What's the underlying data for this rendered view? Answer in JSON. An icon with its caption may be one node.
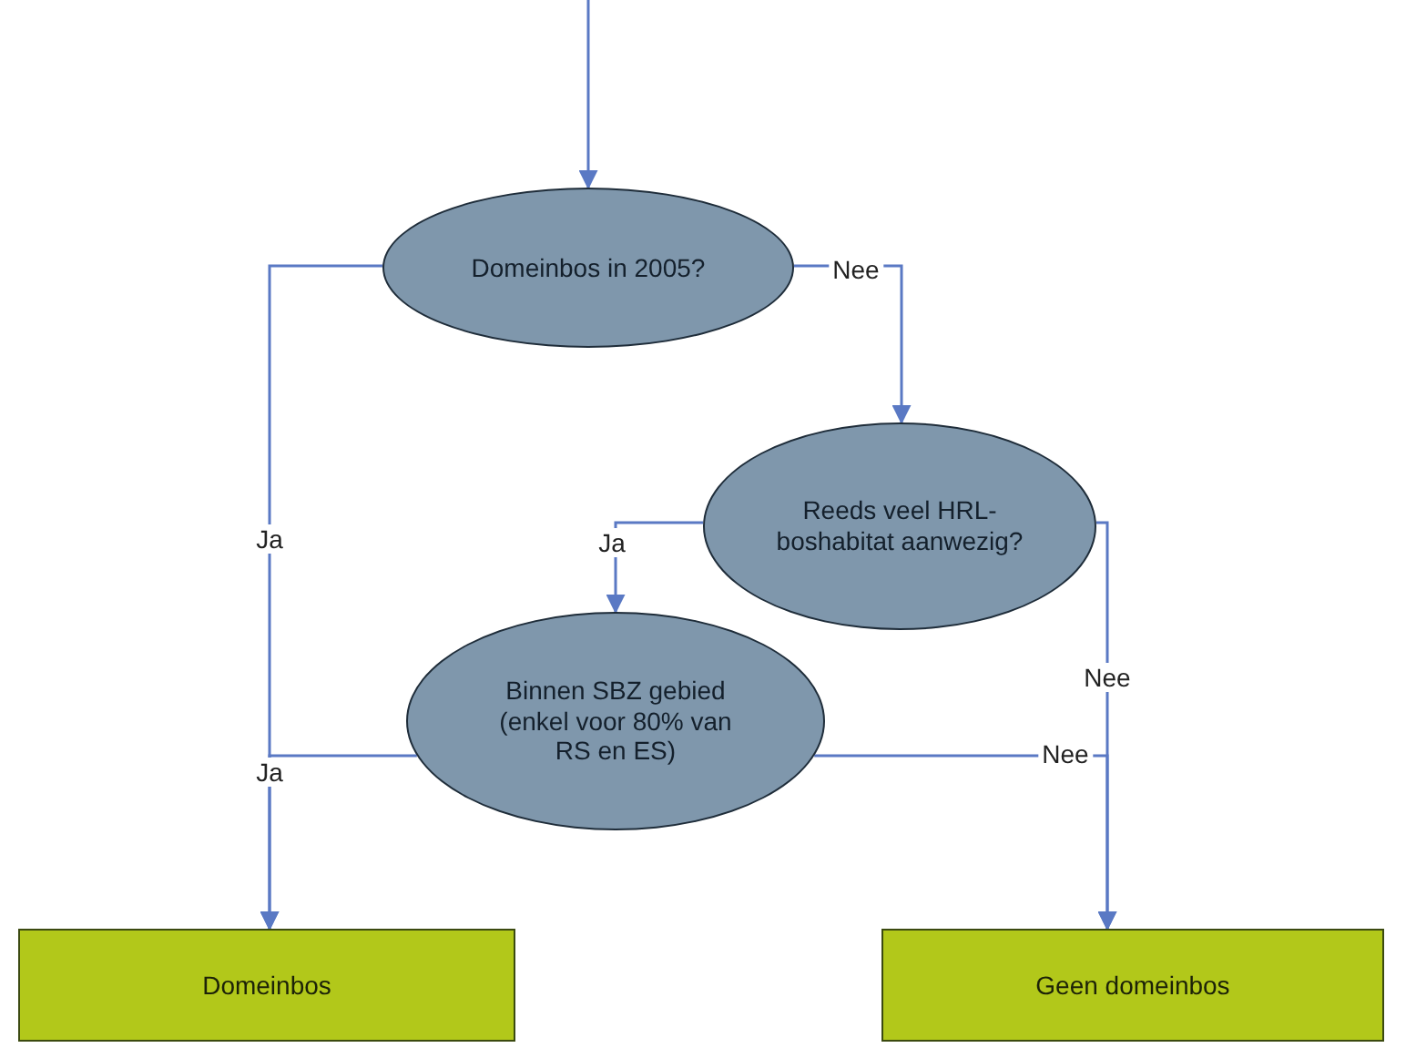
{
  "diagram": {
    "nodes": [
      {
        "text": [
          "Domeinbos in 2005?"
        ]
      },
      {
        "text": [
          "Reeds veel HRL-boshabitat aanwezig?"
        ]
      },
      {
        "text": [
          "Binnen SBZ gebied (enkel voor 80% van RS en ES)"
        ]
      },
      {
        "text": [
          "Domeinbos"
        ]
      },
      {
        "text": [
          "Geen domeinbos"
        ]
      }
    ],
    "edges": [
      {
        "from": null,
        "to": 0,
        "arrow": "to"
      },
      {
        "from": 0,
        "to": 3,
        "arrow": "to",
        "label": "Ja"
      },
      {
        "from": 0,
        "to": 1,
        "arrow": "to",
        "label": "Nee"
      },
      {
        "from": 1,
        "to": 2,
        "arrow": "to",
        "label": "Ja"
      },
      {
        "from": 1,
        "to": 4,
        "arrow": "to",
        "label": "Nee"
      },
      {
        "from": 2,
        "to": 3,
        "arrow": "to",
        "label": "Ja"
      },
      {
        "from": 2,
        "to": 4,
        "arrow": "to",
        "label": "Nee"
      }
    ]
  }
}
